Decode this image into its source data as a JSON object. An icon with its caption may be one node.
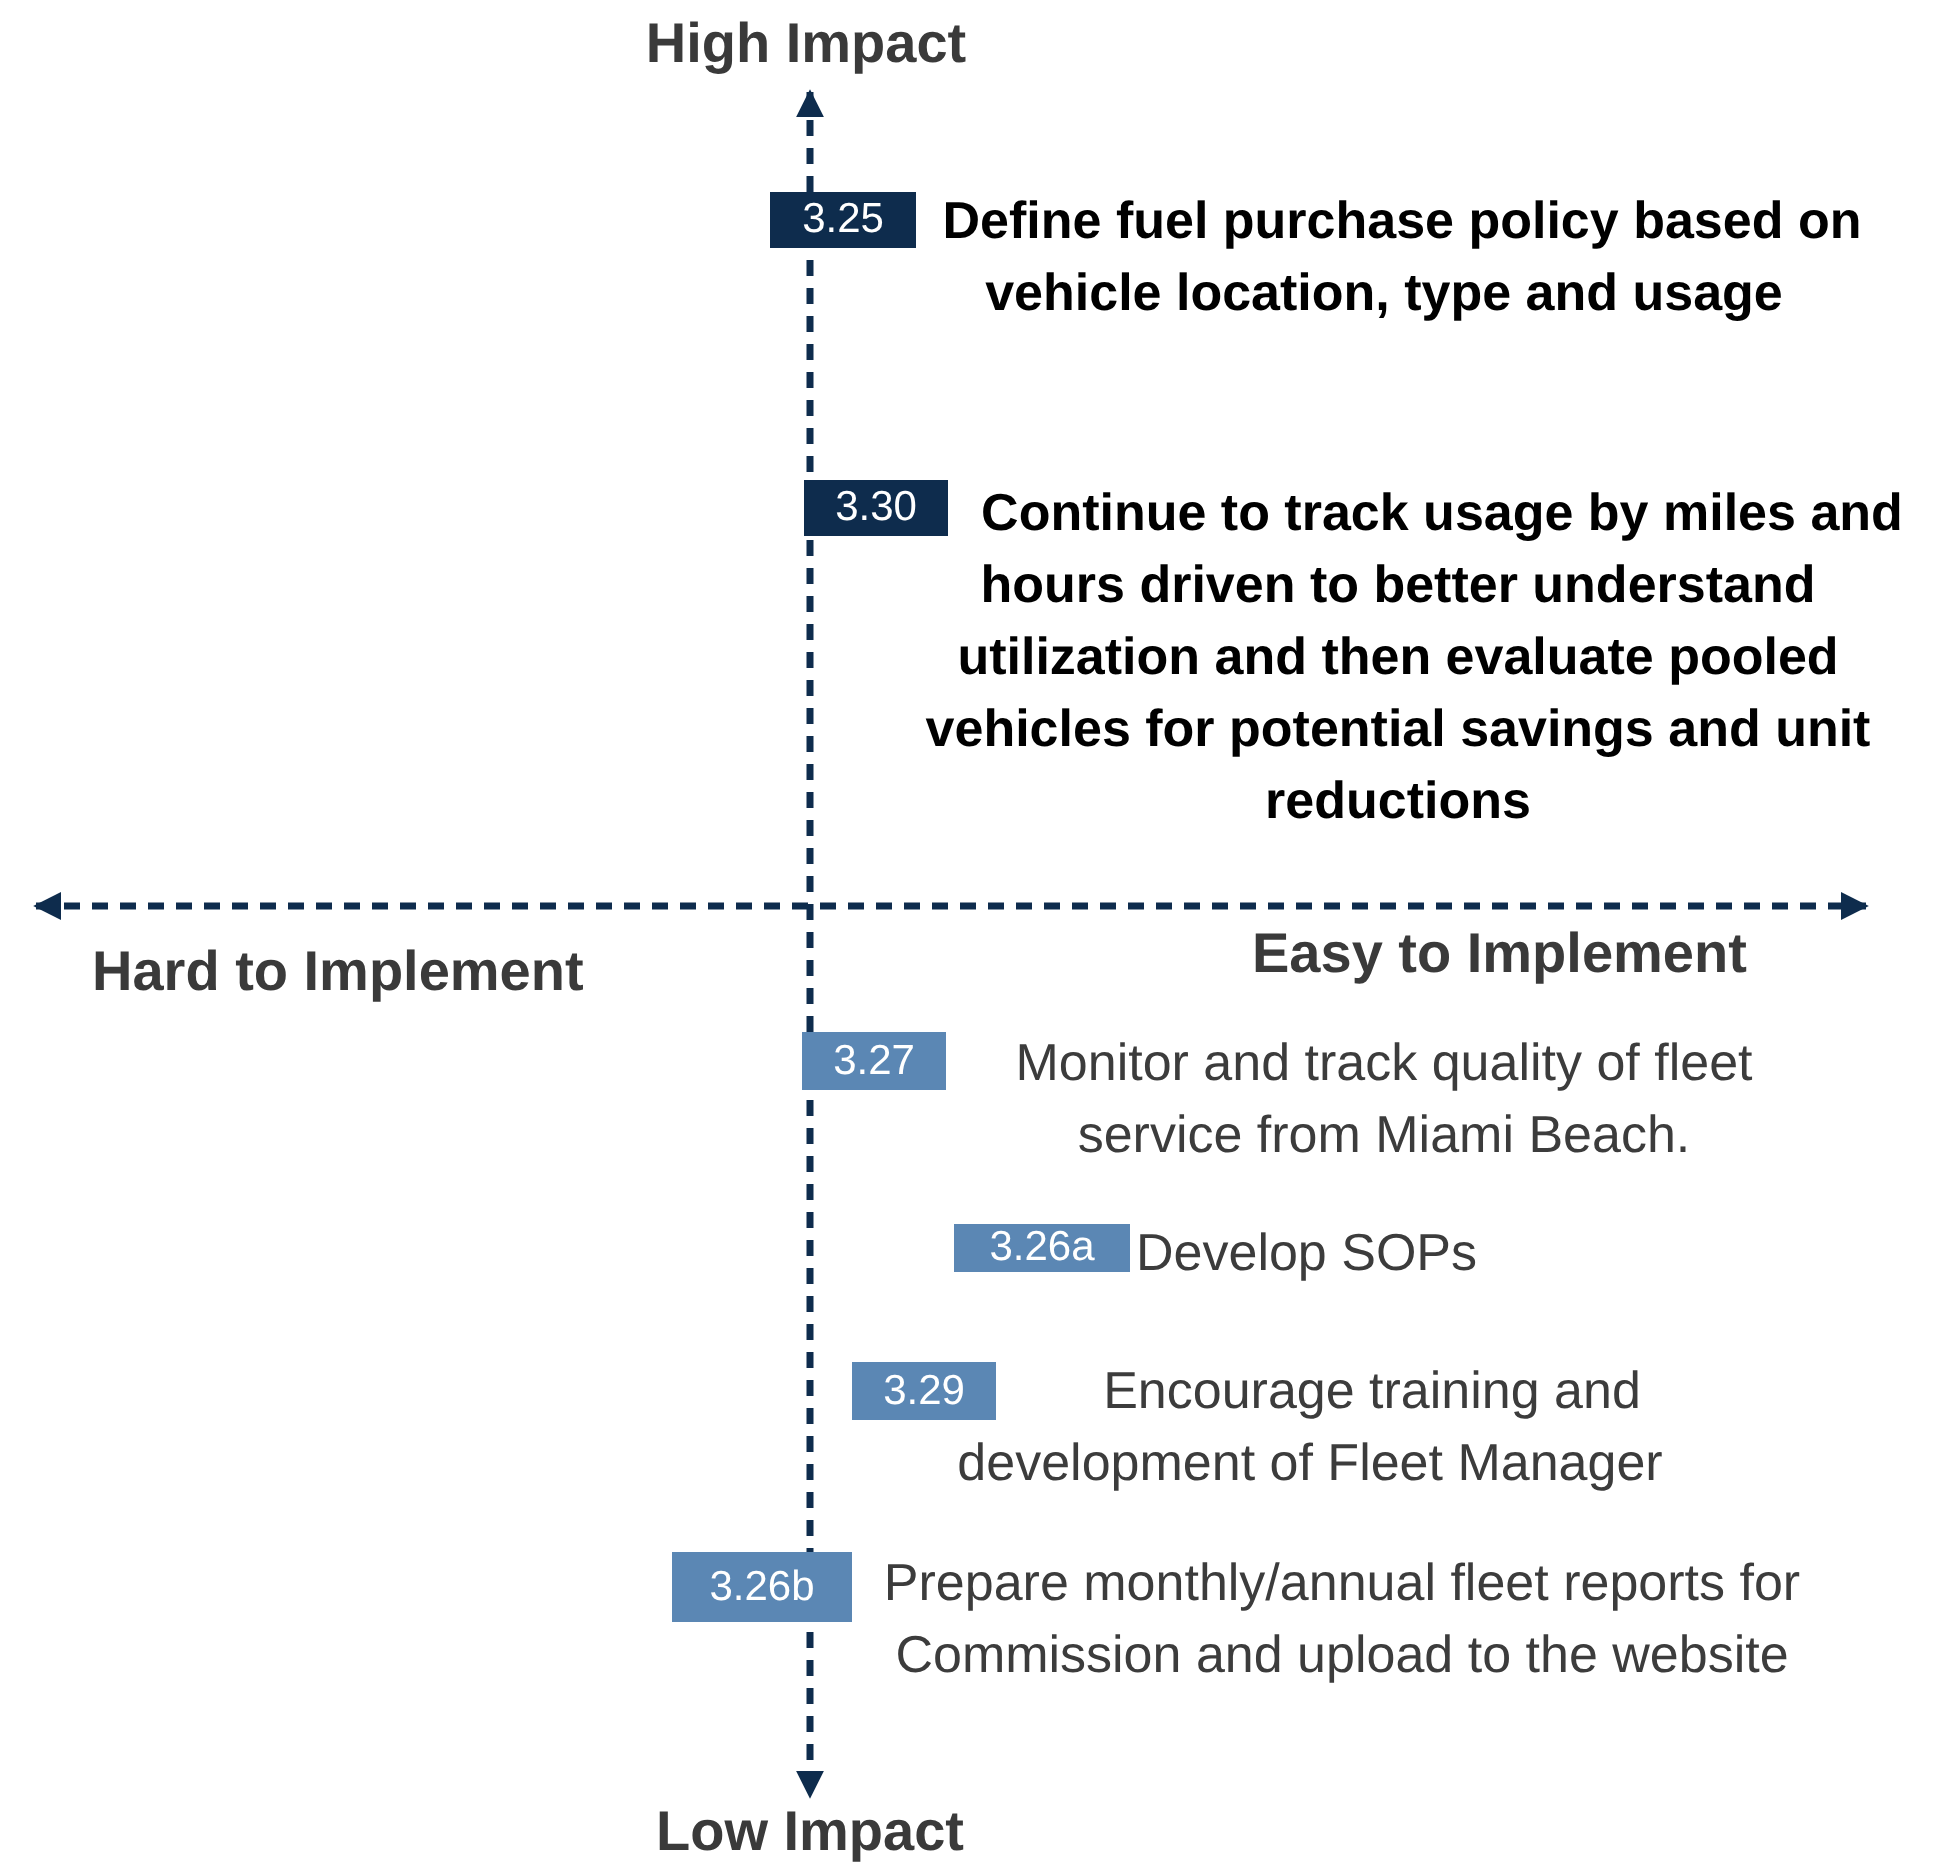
{
  "diagram": {
    "nodes": [
      {
        "text": [
          "3.25"
        ],
        "beside": [
          "Define fuel purchase policy based on vehicle location, type and usage"
        ]
      },
      {
        "text": [
          "3.30"
        ],
        "beside": [
          "Continue to track usage by miles and hours driven to better understand utilization and then evaluate pooled vehicles for potential savings and unit reductions"
        ]
      },
      {
        "text": [
          "3.27"
        ],
        "beside": [
          "Monitor and track quality of fleet service from Miami Beach."
        ]
      },
      {
        "text": [
          "3.26a"
        ],
        "beside": [
          "Develop SOPs"
        ]
      },
      {
        "text": [
          "3.29"
        ],
        "beside": [
          "Encourage training and development of Fleet Manager"
        ]
      },
      {
        "text": [
          "3.26b"
        ],
        "beside": [
          "Prepare monthly/annual fleet reports for Commission and upload to the website"
        ]
      }
    ],
    "edges": [],
    "labels": [
      "High Impact",
      "Hard to Implement",
      "Easy to Implement",
      "Low Impact"
    ]
  }
}
